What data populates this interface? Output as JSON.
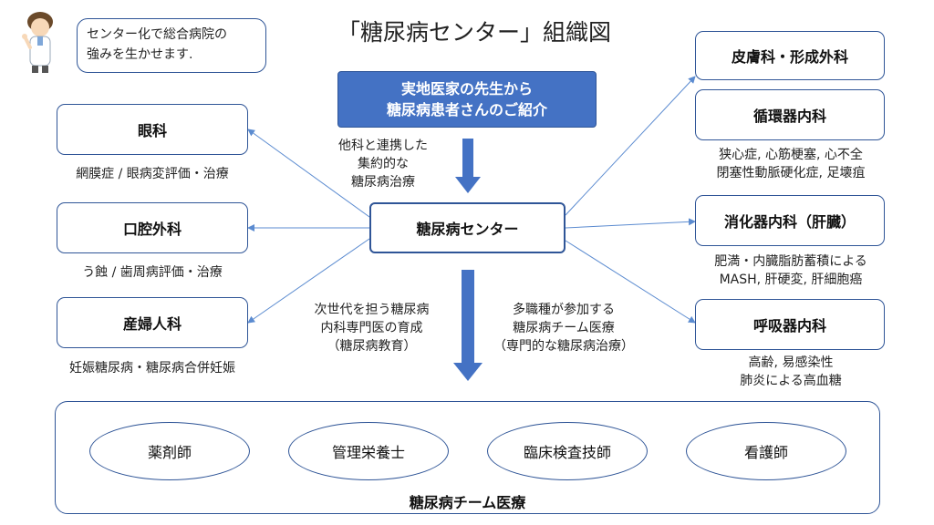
{
  "title": "「糖尿病センター」組織図",
  "bubble": {
    "line1": "センター化で総合病院の",
    "line2": "強みを生かせます."
  },
  "referral": {
    "line1": "実地医家の先生から",
    "line2": "糖尿病患者さんのご紹介"
  },
  "referral_note": {
    "line1": "他科と連携した",
    "line2": "集約的な",
    "line3": "糖尿病治療"
  },
  "center": "糖尿病センター",
  "left_departments": [
    {
      "name": "眼科",
      "caption": "網膜症 / 眼病変評価・治療"
    },
    {
      "name": "口腔外科",
      "caption": "う蝕 / 歯周病評価・治療"
    },
    {
      "name": "産婦人科",
      "caption": "妊娠糖尿病・糖尿病合併妊娠"
    }
  ],
  "right_departments": [
    {
      "name": "皮膚科・形成外科",
      "caption_lines": []
    },
    {
      "name": "循環器内科",
      "caption_lines": [
        "狭心症, 心筋梗塞, 心不全",
        "閉塞性動脈硬化症, 足壊疽"
      ]
    },
    {
      "name": "消化器内科（肝臓）",
      "caption_lines": [
        "肥満・内臓脂肪蓄積による",
        "MASH, 肝硬変, 肝細胞癌"
      ]
    },
    {
      "name": "呼吸器内科",
      "caption_lines": [
        "高齢, 易感染性",
        "肺炎による高血糖"
      ]
    }
  ],
  "education_note": {
    "line1": "次世代を担う糖尿病",
    "line2": "内科専門医の育成",
    "line3": "（糖尿病教育）"
  },
  "team_note": {
    "line1": "多職種が参加する",
    "line2": "糖尿病チーム医療",
    "line3": "（専門的な糖尿病治療）"
  },
  "team_members": [
    "薬剤師",
    "管理栄養士",
    "臨床検査技師",
    "看護師"
  ],
  "team_label": "糖尿病チーム医療",
  "colors": {
    "accent": "#2f5597",
    "fill": "#4472c4",
    "line": "#5b8bd0"
  },
  "icons": {
    "doctor": "doctor-illustration"
  }
}
